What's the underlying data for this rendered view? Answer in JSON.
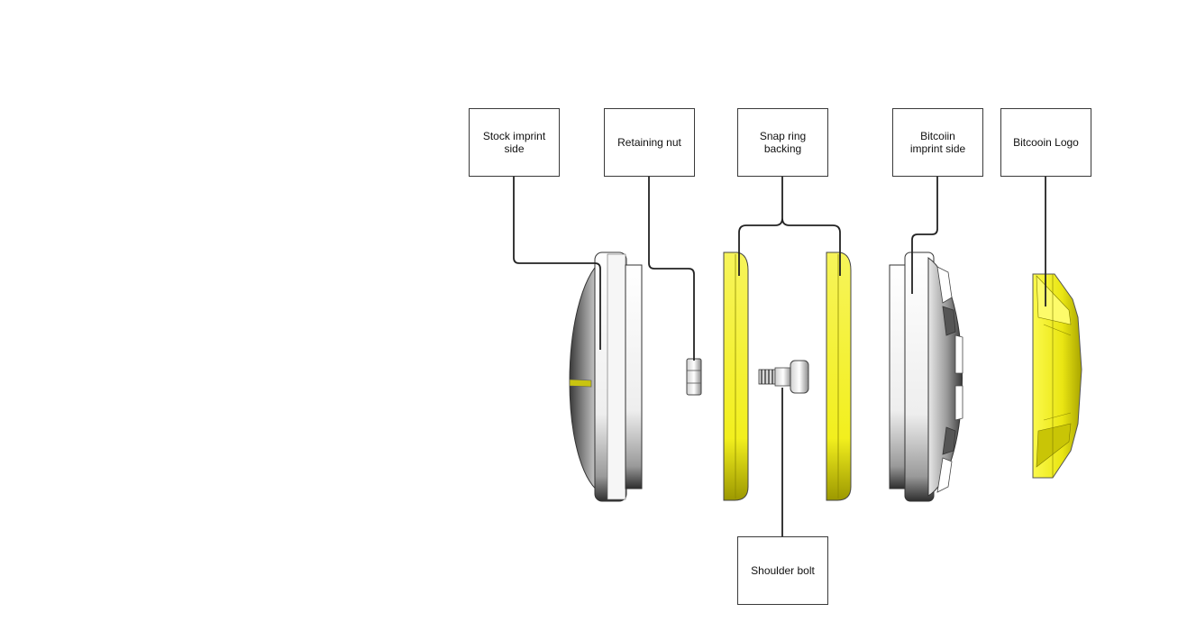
{
  "labels": {
    "stock_imprint_side": "Stock imprint\nside",
    "retaining_nut": "Retaining nut",
    "snap_ring_backing": "Snap ring\nbacking",
    "bitcoin_imprint_side": "Bitcoiin\nimprint side",
    "bitcoin_logo": "Bitcooin Logo",
    "shoulder_bolt": "Shoulder bolt"
  },
  "colors": {
    "part_yellow": "#f2ef1e",
    "part_yellow_dark": "#b8b400",
    "metal_light": "#f4f4f4",
    "metal_dark": "#3e3e3e",
    "leader_line": "#222222",
    "box_border": "#3a3a3a"
  }
}
